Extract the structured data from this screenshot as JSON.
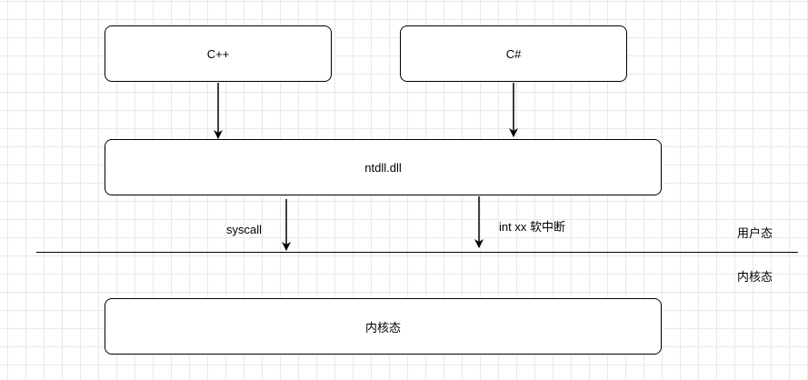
{
  "diagram": {
    "boxes": {
      "cpp": "C++",
      "csharp": "C#",
      "ntdll": "ntdll.dll",
      "kernel": "内核态"
    },
    "edge_labels": {
      "syscall": "syscall",
      "int": "int xx 软中断"
    },
    "zones": {
      "user_mode": "用户态",
      "kernel_mode": "内核态"
    },
    "colors": {
      "stroke": "#000000",
      "box_fill": "#ffffff",
      "grid": "#e9e9e9"
    }
  }
}
